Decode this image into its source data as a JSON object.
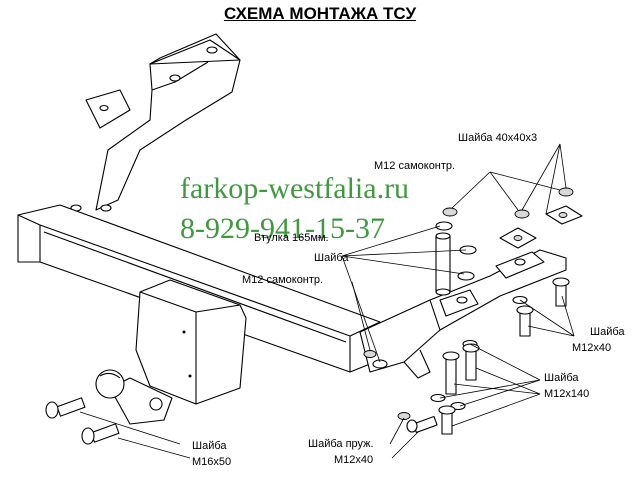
{
  "title": "СХЕМА МОНТАЖА ТСУ",
  "watermark": {
    "site": "farkop-westfalia.ru",
    "phone": "8-929-941-15-37",
    "color": "#3f9a3f"
  },
  "labels": {
    "washer_40x40x3": "Шайба 40х40х3",
    "m12_selflock_top": "М12 самоконтр.",
    "bushing_165": "Втулка 165мм.",
    "washer_mid": "Шайба",
    "m12_selflock_mid": "М12 самоконтр.",
    "washer_right_1": "Шайба",
    "m12x40_right": "М12х40",
    "washer_right_2": "Шайба",
    "m12x140": "М12х140",
    "washer_spring": "Шайба пруж.",
    "m12x40_bottom": "М12х40",
    "washer_left": "Шайба",
    "m16x50": "М16х50"
  }
}
